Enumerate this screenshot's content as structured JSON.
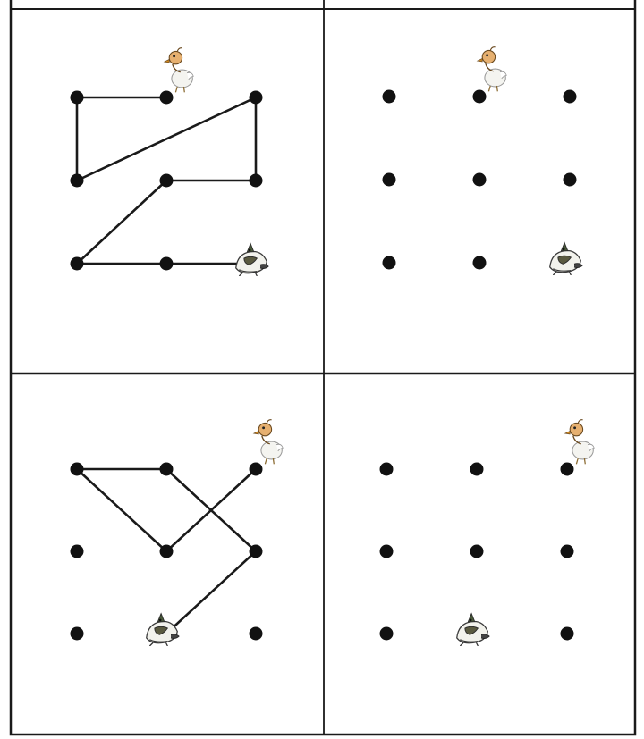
{
  "figure": {
    "line_color": "#1a1a1a",
    "dot_color": "#111111",
    "border_color": "#1a1a1a",
    "background": "#ffffff"
  },
  "icons": {
    "start": "chick-icon",
    "end": "hen-icon"
  },
  "panels": [
    {
      "id": "top-left",
      "dots": [
        [
          0,
          0
        ],
        [
          1,
          0
        ],
        [
          2,
          0
        ],
        [
          0,
          1
        ],
        [
          1,
          1
        ],
        [
          2,
          1
        ],
        [
          0,
          2
        ],
        [
          1,
          2
        ],
        [
          2,
          2
        ]
      ],
      "path": [
        [
          1,
          0
        ],
        [
          0,
          0
        ],
        [
          0,
          1
        ],
        [
          2,
          0
        ],
        [
          2,
          1
        ],
        [
          1,
          1
        ],
        [
          0,
          2
        ],
        [
          1,
          2
        ],
        [
          2,
          2
        ]
      ],
      "chick_at": [
        1,
        0
      ],
      "hen_at": [
        2,
        2
      ]
    },
    {
      "id": "top-right",
      "dots": [
        [
          0,
          0
        ],
        [
          1,
          0
        ],
        [
          2,
          0
        ],
        [
          0,
          1
        ],
        [
          1,
          1
        ],
        [
          2,
          1
        ],
        [
          0,
          2
        ],
        [
          1,
          2
        ],
        [
          2,
          2
        ]
      ],
      "path": [],
      "chick_at": [
        1,
        0
      ],
      "hen_at": [
        2,
        2
      ]
    },
    {
      "id": "bottom-left",
      "dots": [
        [
          0,
          0
        ],
        [
          1,
          0
        ],
        [
          2,
          0
        ],
        [
          0,
          1
        ],
        [
          1,
          1
        ],
        [
          2,
          1
        ],
        [
          0,
          2
        ],
        [
          1,
          2
        ],
        [
          2,
          2
        ]
      ],
      "path": [
        [
          2,
          0
        ],
        [
          1,
          1
        ],
        [
          0,
          0
        ],
        [
          1,
          0
        ],
        [
          2,
          1
        ],
        [
          1,
          2
        ]
      ],
      "chick_at": [
        2,
        0
      ],
      "hen_at": [
        1,
        2
      ]
    },
    {
      "id": "bottom-right",
      "dots": [
        [
          0,
          0
        ],
        [
          1,
          0
        ],
        [
          2,
          0
        ],
        [
          0,
          1
        ],
        [
          1,
          1
        ],
        [
          2,
          1
        ],
        [
          0,
          2
        ],
        [
          1,
          2
        ],
        [
          2,
          2
        ]
      ],
      "path": [],
      "chick_at": [
        2,
        0
      ],
      "hen_at": [
        1,
        2
      ]
    }
  ]
}
